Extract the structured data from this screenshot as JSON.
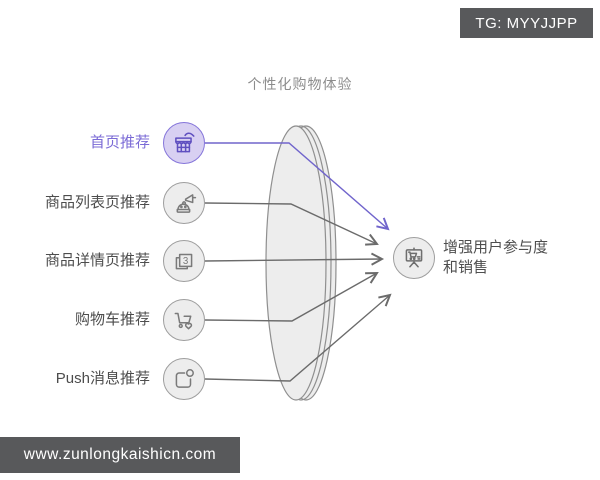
{
  "badges": {
    "tg": "TG: MYYJJPP",
    "website": "www.zunlongkaishicn.com"
  },
  "title": "个性化购物体验",
  "items": [
    {
      "label": "首页推荐",
      "icon": "storefront-icon",
      "highlighted": true
    },
    {
      "label": "商品列表页推荐",
      "icon": "megaphone-promo-icon",
      "highlighted": false
    },
    {
      "label": "商品详情页推荐",
      "icon": "stacked-pages-icon",
      "page_count": "3",
      "highlighted": false
    },
    {
      "label": "购物车推荐",
      "icon": "cart-heart-icon",
      "highlighted": false
    },
    {
      "label": "Push消息推荐",
      "icon": "notification-icon",
      "highlighted": false
    }
  ],
  "result": {
    "label_line1": "增强用户参与度",
    "label_line2": "和销售",
    "icon": "presentation-cart-icon"
  },
  "colors": {
    "accent_purple": "#7b6bd6",
    "accent_arrow": "#7165cc",
    "accent_fill": "#d8d0f2",
    "accent_border": "#8575da",
    "gray_line": "#6b6b6b",
    "circle_fill": "#ededed",
    "circle_border": "#9e9e9e",
    "lens_fill": "#ededed",
    "lens_stroke": "#8f8f8f",
    "badge_background": "#58595b",
    "badge_text": "#ffffff",
    "title_text": "#8c8c8c",
    "label_text": "#4d4d4d"
  }
}
